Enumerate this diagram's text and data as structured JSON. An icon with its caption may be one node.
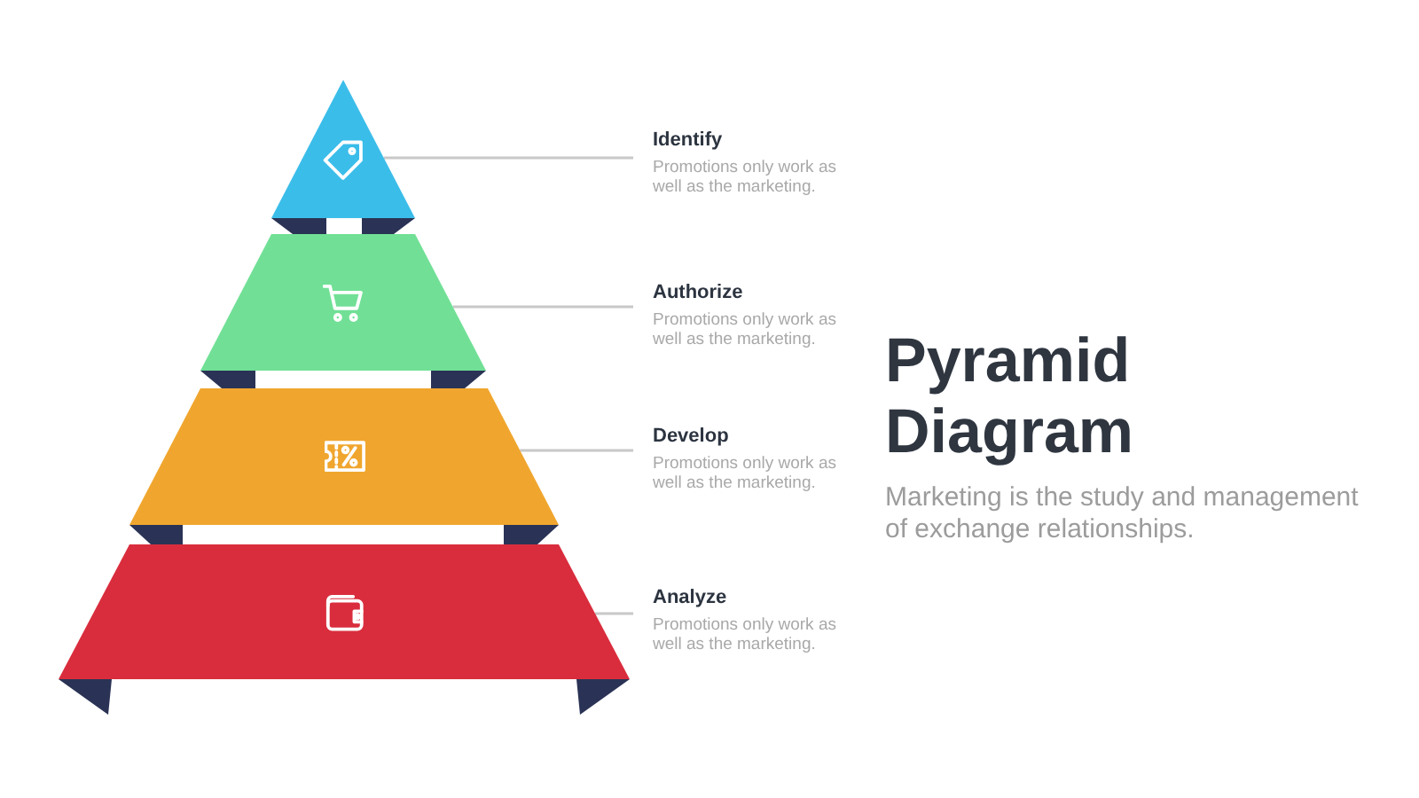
{
  "diagram": {
    "title": "Pyramid Diagram",
    "nodes": [
      {
        "text": [],
        "shape": "triangle"
      },
      {
        "text": [],
        "shape": "trapezoid"
      },
      {
        "text": [],
        "shape": "trapezoid"
      },
      {
        "text": [],
        "shape": "trapezoid"
      },
      {
        "text": [
          "Identify",
          "Promotions only work as well as the marketing."
        ]
      },
      {
        "text": [
          "Authorize",
          "Promotions only work as well as the marketing."
        ]
      },
      {
        "text": [
          "Develop",
          "Promotions only work as well as the marketing."
        ]
      },
      {
        "text": [
          "Analyze",
          "Promotions only work as well as the marketing."
        ]
      }
    ],
    "edges": [
      {
        "from": 4,
        "to": 0,
        "arrow": "none"
      },
      {
        "from": 5,
        "to": 1,
        "arrow": "none"
      },
      {
        "from": 6,
        "to": 2,
        "arrow": "none"
      },
      {
        "from": 7,
        "to": 3,
        "arrow": "none"
      }
    ],
    "labels": [
      "Marketing is the study and management of exchange relationships."
    ]
  }
}
